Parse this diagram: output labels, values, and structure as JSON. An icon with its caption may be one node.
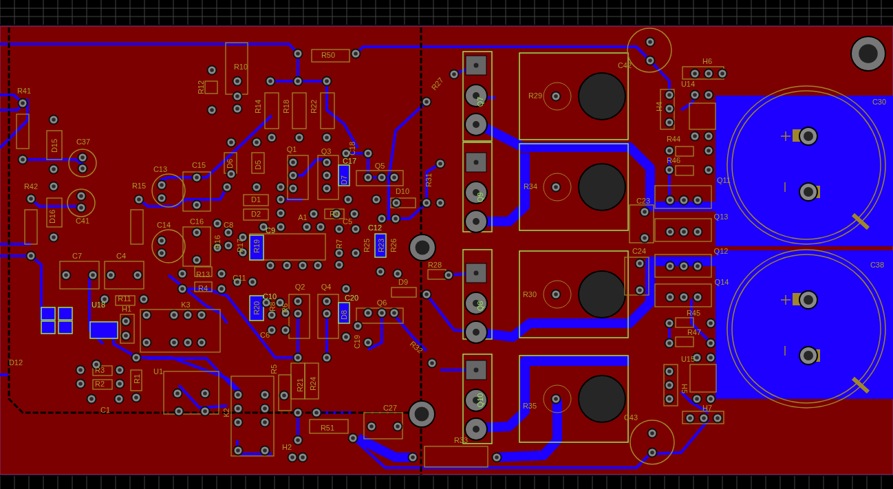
{
  "diagram": {
    "labels": [
      "R10",
      "R50",
      "C42",
      "H6",
      "R41",
      "R12",
      "R27",
      "U14",
      "R14",
      "R18",
      "R22",
      "Q7",
      "R29",
      "H4",
      "C30",
      "D15",
      "C37",
      "Q1",
      "Q3",
      "C18",
      "R44",
      "C13",
      "C15",
      "D6",
      "D5",
      "C17",
      "Q5",
      "R46",
      "R42",
      "R15",
      "D7",
      "D10",
      "R31",
      "R34",
      "Q11",
      "D1",
      "Q9",
      "C23",
      "D16",
      "C41",
      "C14",
      "C16",
      "C8",
      "D2",
      "C9",
      "A1",
      "R9",
      "C5",
      "C12",
      "Q13",
      "C7",
      "C4",
      "R16",
      "R17",
      "R19",
      "R7",
      "R25",
      "R23",
      "R26",
      "C24",
      "Q12",
      "R28",
      "C38",
      "R13",
      "C11",
      "D9",
      "Q14",
      "R4",
      "Q2",
      "Q4",
      "R11",
      "C10",
      "C20",
      "R30",
      "U18",
      "H1",
      "K3",
      "R20",
      "R8",
      "R6",
      "Q6",
      "Q8",
      "D8",
      "R45",
      "C6",
      "C19",
      "R32",
      "R47",
      "D12",
      "R3",
      "U1",
      "R5",
      "U15",
      "R2",
      "R1",
      "R21",
      "R24",
      "H5",
      "C1",
      "K2",
      "C27",
      "Q10",
      "R35",
      "C43",
      "H7",
      "R51",
      "H2",
      "R33"
    ]
  }
}
